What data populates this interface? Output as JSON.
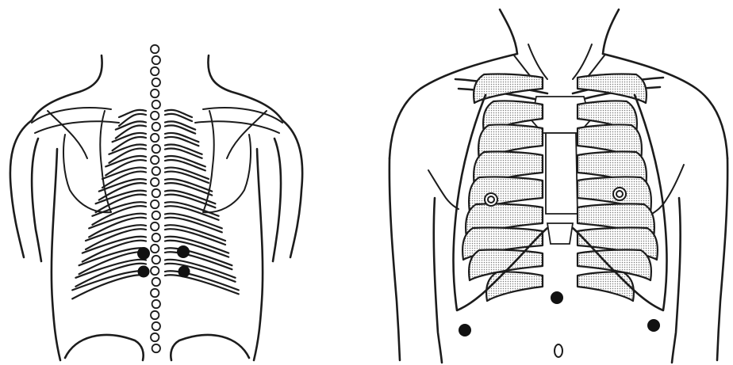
{
  "figure": {
    "panels": [
      {
        "view": "posterior",
        "markers_filled": 4,
        "markers_open_ring": 0,
        "spine_vertebrae": 28
      },
      {
        "view": "anterior",
        "markers_filled": 3,
        "markers_open_ring": 2,
        "markers_open_oval": 1
      }
    ],
    "colors": {
      "ink": "#1c1c1c",
      "stipple": "#9a9a9a",
      "background": "#ffffff"
    }
  }
}
